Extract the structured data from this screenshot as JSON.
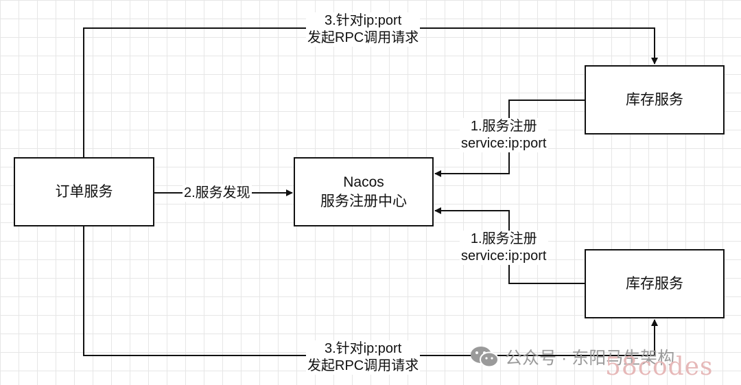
{
  "nodes": {
    "order_service": "订单服务",
    "nacos_line1": "Nacos",
    "nacos_line2": "服务注册中心",
    "inventory_top": "库存服务",
    "inventory_bottom": "库存服务"
  },
  "edges": {
    "discover": "2.服务发现",
    "register_top_line1": "1.服务注册",
    "register_top_line2": "service:ip:port",
    "register_bottom_line1": "1.服务注册",
    "register_bottom_line2": "service:ip:port",
    "rpc_top_line1": "3.针对ip:port",
    "rpc_top_line2": "发起RPC调用请求",
    "rpc_bottom_line1": "3.针对ip:port",
    "rpc_bottom_line2": "发起RPC调用请求"
  },
  "watermark": {
    "text": "公众号 · 东阳马生架构",
    "code": "58codes",
    "icon": "wechat-icon"
  },
  "colors": {
    "line": "#111111",
    "grid": "#e6e6e6",
    "watermark": "#9a9a9a",
    "watermark_code": "#e6b8b8"
  }
}
